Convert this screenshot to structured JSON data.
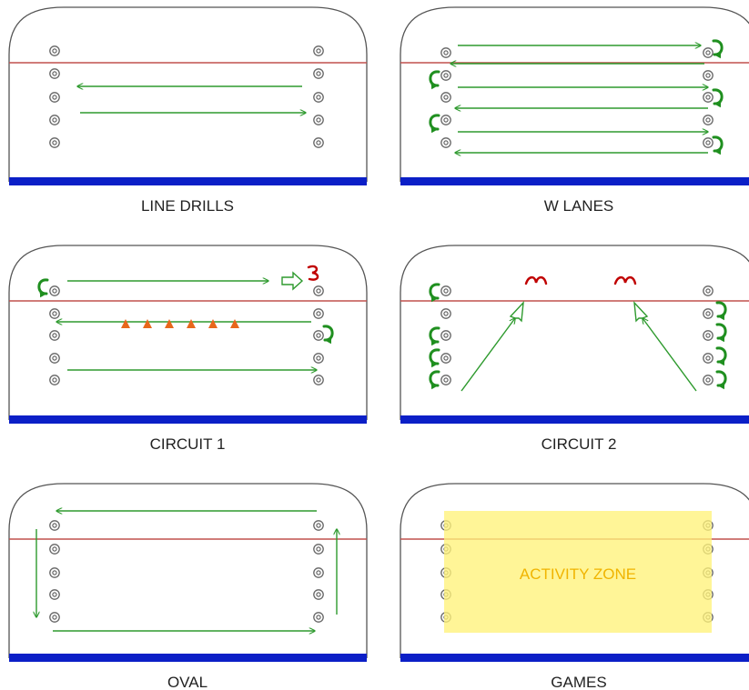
{
  "colors": {
    "rink_outline": "#555555",
    "red_line": "#c0504d",
    "blue_line": "#0b1fc7",
    "arrow": "#2e9a2e",
    "turn_arrow": "#1f8f1f",
    "cone": "#e8671b",
    "squiggle": "#c00000",
    "zone_fill": "#fff27a",
    "zone_text": "#f0b400"
  },
  "panels": [
    {
      "caption": "LINE DRILLS"
    },
    {
      "caption": "W LANES"
    },
    {
      "caption": "CIRCUIT 1"
    },
    {
      "caption": "CIRCUIT 2"
    },
    {
      "caption": "OVAL"
    },
    {
      "caption": "GAMES",
      "zone_label": "ACTIVITY ZONE"
    }
  ],
  "icons": {
    "marker": "target-circle",
    "turn": "curved-turn-arrow",
    "cone": "triangle-cone",
    "squiggle": "red-squiggle"
  }
}
